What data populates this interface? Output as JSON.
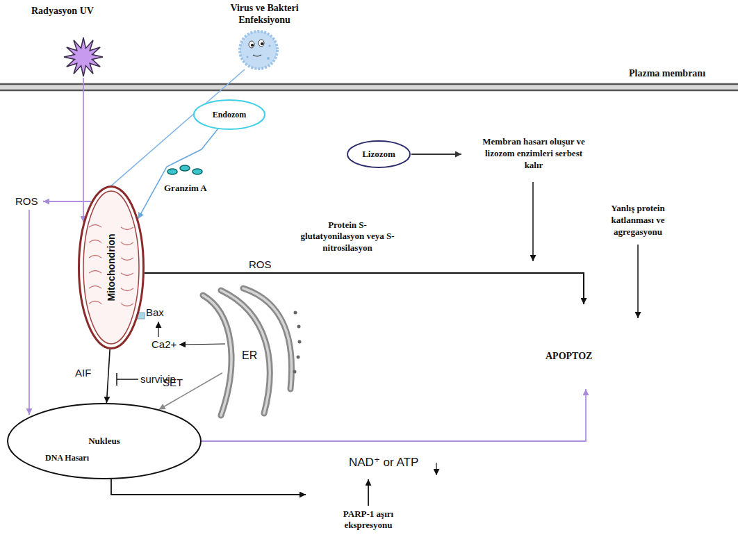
{
  "diagram": {
    "nodes": [
      {
        "text": [
          "Endozom"
        ]
      },
      {
        "text": [
          "Lizozom"
        ]
      },
      {
        "text": [
          "Mitochondrion"
        ]
      },
      {
        "text": [
          "ER"
        ]
      },
      {
        "text": [
          "Nukleus",
          "DNA Hasarı"
        ]
      }
    ],
    "edges": [
      {
        "from": 0,
        "to": 2,
        "arrow": "to"
      },
      {
        "from": 2,
        "to": 4,
        "arrow": "to",
        "label": "AIF"
      },
      {
        "from": 3,
        "to": 4,
        "arrow": "to",
        "label": "SET"
      }
    ],
    "labels": [
      "Radyasyon UV",
      "Virus ve Bakteri Enfeksiyonu",
      "Plazma membranı",
      "Granzim A",
      "ROS",
      "Membran hasarı oluşur ve lizozom enzimleri serbest kalır",
      "Yanlış protein katlanması ve agregasyonu",
      "Protein S-glutatyonilasyon veya S-nitrosilasyon",
      "ROS",
      "Bax",
      "Ca2+",
      "survivin",
      "APOPTOZ",
      "NAD⁺ or ATP",
      "PARP-1 aşırı ekspresyonu"
    ]
  }
}
